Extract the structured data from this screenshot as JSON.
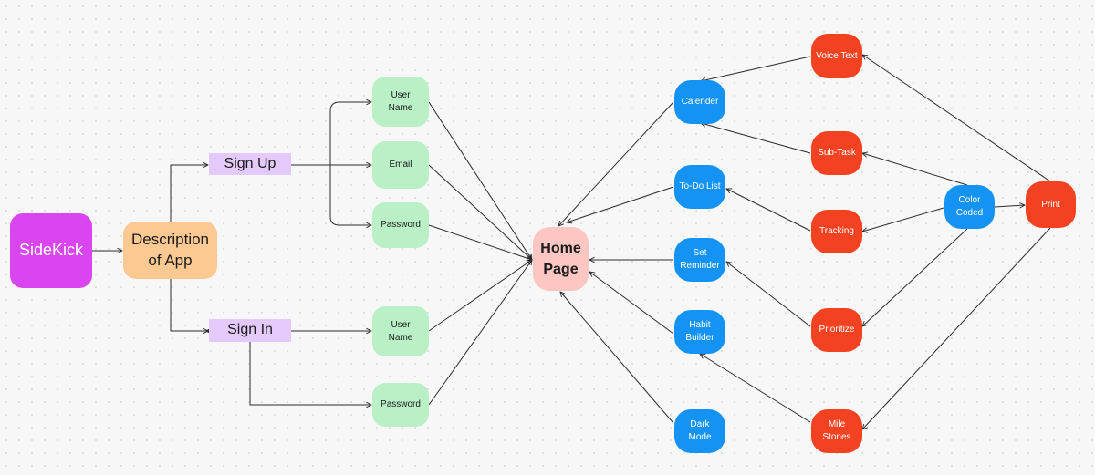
{
  "diagram": {
    "nodes": {
      "sidekick": "SideKick",
      "description": "Description\nof App",
      "signup": "Sign Up",
      "signin": "Sign In",
      "su_username": "User\nName",
      "su_email": "Email",
      "su_password": "Password",
      "si_username": "User\nName",
      "si_password": "Password",
      "home": "Home\nPage",
      "calender": "Calender",
      "todo": "To-Do List",
      "reminder": "Set\nReminder",
      "habit": "Habit\nBuilder",
      "dark": "Dark\nMode",
      "voice": "Voice Text",
      "subtask": "Sub-Task",
      "tracking": "Tracking",
      "prioritize": "Prioritize",
      "milestones": "Mile\nStones",
      "colorcoded": "Color\nCoded",
      "print": "Print"
    },
    "colors": {
      "magenta": "#d946ef",
      "peach": "#fcc992",
      "purple": "#e4cafb",
      "green": "#b9f0c6",
      "pink": "#fcc6c2",
      "blue": "#1493f5",
      "red": "#f34222",
      "line": "#2b2b2b"
    }
  }
}
